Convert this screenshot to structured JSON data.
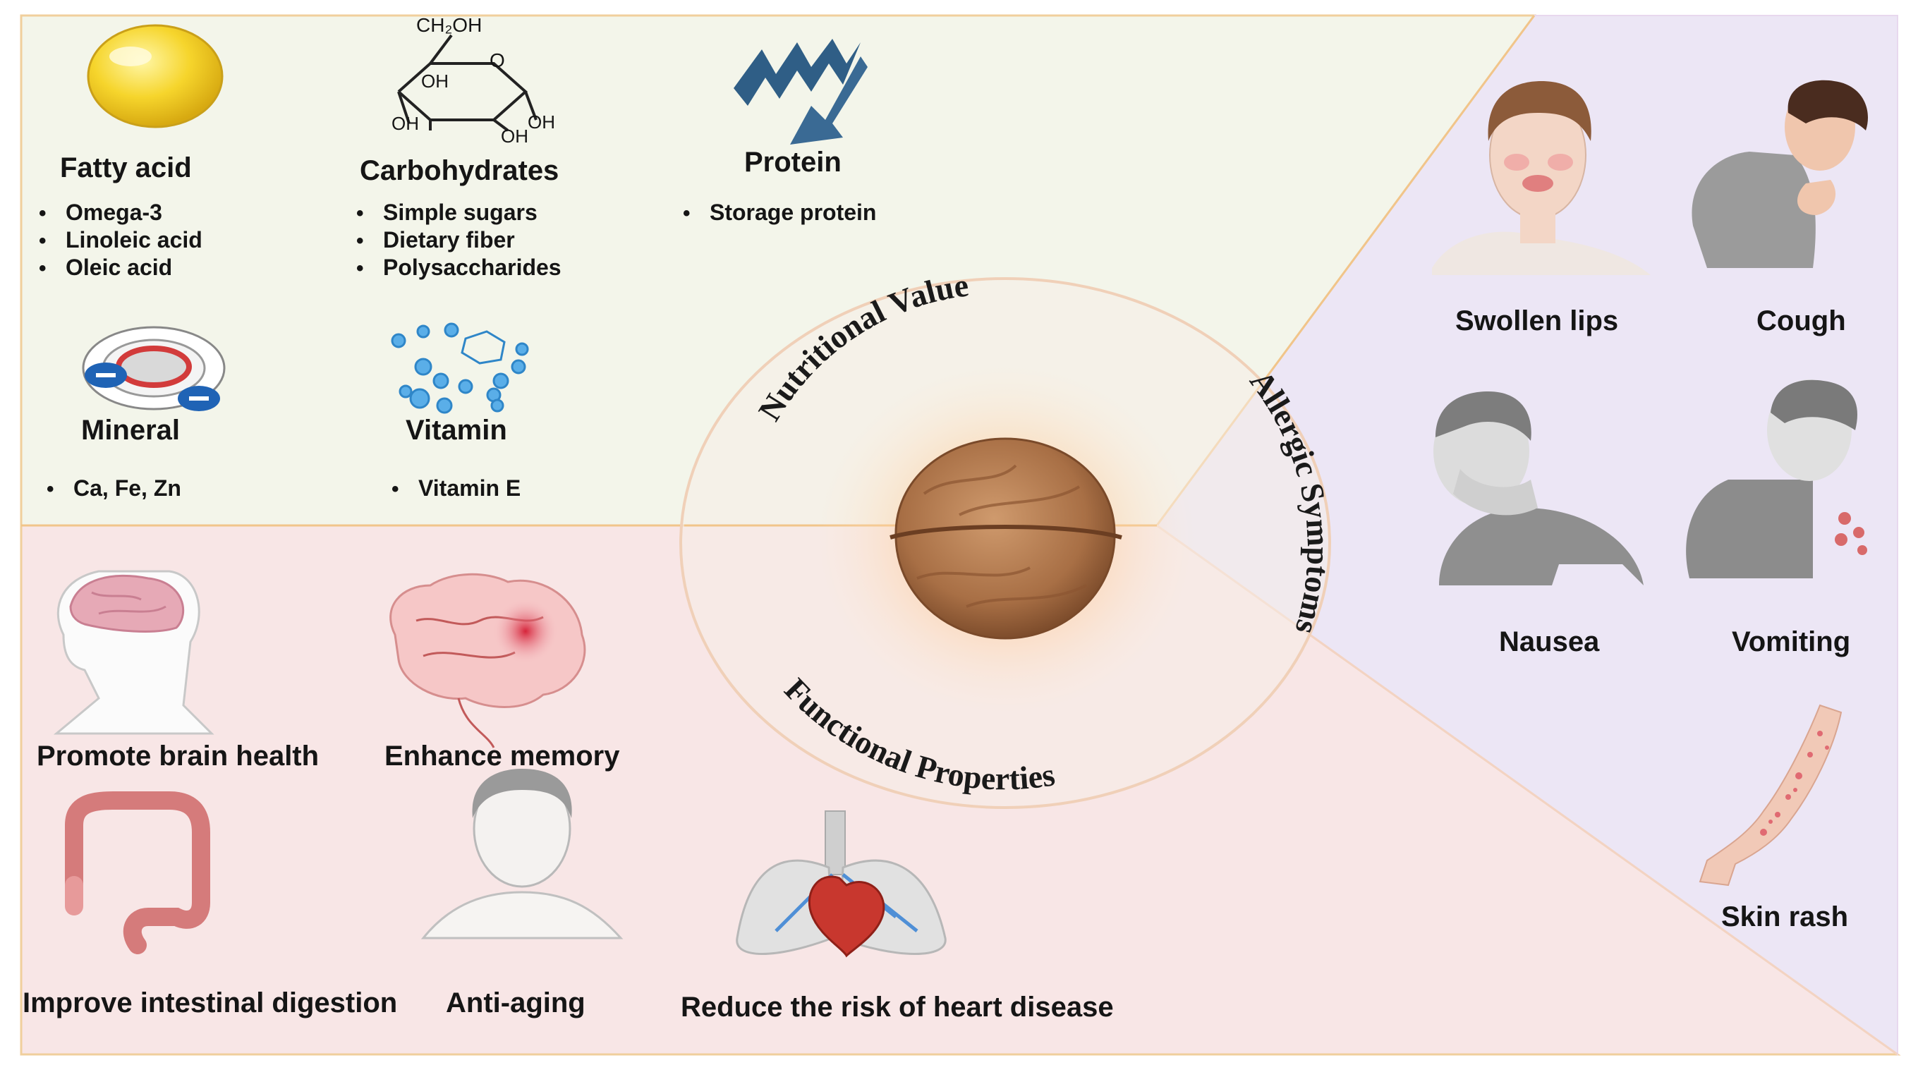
{
  "nutrition": {
    "fatty_acid": {
      "title": "Fatty acid",
      "items": [
        "Omega-3",
        "Linoleic acid",
        "Oleic acid"
      ]
    },
    "carbohydrates": {
      "title": "Carbohydrates",
      "items": [
        "Simple sugars",
        "Dietary fiber",
        "Polysaccharides"
      ],
      "structure_labels": {
        "ch2oh": "CH₂OH",
        "o": "O",
        "oh1": "OH",
        "oh2": "OH",
        "oh3": "OH",
        "oh4": "OH"
      }
    },
    "protein": {
      "title": "Protein",
      "items": [
        "Storage protein"
      ]
    },
    "mineral": {
      "title": "Mineral",
      "items": [
        "Ca, Fe, Zn"
      ]
    },
    "vitamin": {
      "title": "Vitamin",
      "items": [
        "Vitamin E"
      ]
    }
  },
  "center": {
    "nutritional_value": "Nutritional  Value",
    "allergic_symptoms": "Allergic Symptoms",
    "functional_properties": "Functional  Properties"
  },
  "functional": {
    "brain_health": "Promote brain health",
    "memory": "Enhance memory",
    "intestinal": "Improve intestinal digestion",
    "anti_aging": "Anti-aging",
    "heart": "Reduce the risk of heart disease"
  },
  "allergic": {
    "swollen_lips": "Swollen lips",
    "cough": "Cough",
    "nausea": "Nausea",
    "vomiting": "Vomiting",
    "skin_rash": "Skin rash"
  },
  "colors": {
    "nutrition_bg": "#f3f5ea",
    "functional_bg": "#f8e6e6",
    "allergic_bg": "#ece6f5",
    "walnut": "#a86f45"
  },
  "icons": [
    "oil-drop-icon",
    "glucose-structure-icon",
    "protein-ribbon-icon",
    "mineral-ion-icon",
    "vitamin-molecule-icon",
    "brain-profile-icon",
    "brain-highlight-icon",
    "intestine-icon",
    "aging-face-icon",
    "lungs-heart-icon",
    "swollen-lips-person-icon",
    "coughing-person-icon",
    "nausea-person-icon",
    "vomiting-person-icon",
    "rash-arm-icon",
    "walnut-icon"
  ]
}
